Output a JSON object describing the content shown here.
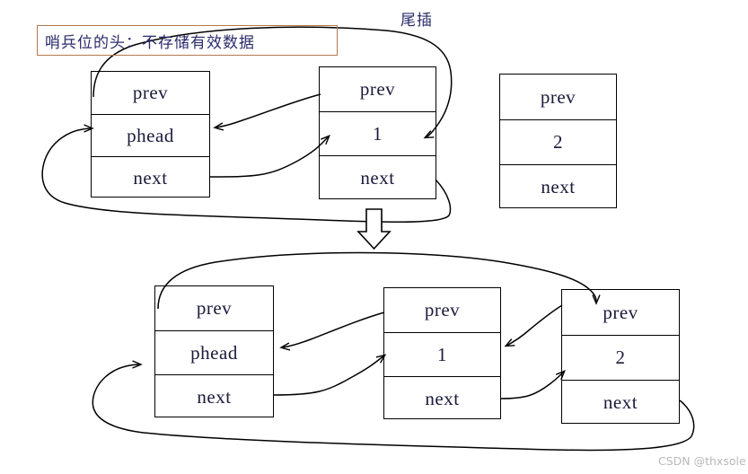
{
  "diagram": {
    "title_note": "哨兵位的头：不存储有效数据",
    "operation_label": "尾插",
    "watermark": "CSDN @thxsole",
    "transition_icon": "down-arrow-icon",
    "colors": {
      "note_border": "#b5784e",
      "node_border": "#000000",
      "text": "#1a1a3a",
      "label_text": "#2b2b6b",
      "watermark": "#b8b8b8",
      "background": "#ffffff"
    },
    "before": {
      "nodes": [
        {
          "id": "head",
          "prev": "prev",
          "value": "phead",
          "next": "next"
        },
        {
          "id": "n1",
          "prev": "prev",
          "value": "1",
          "next": "next"
        },
        {
          "id": "n2",
          "prev": "prev",
          "value": "2",
          "next": "next"
        }
      ]
    },
    "after": {
      "nodes": [
        {
          "id": "head",
          "prev": "prev",
          "value": "phead",
          "next": "next"
        },
        {
          "id": "n1",
          "prev": "prev",
          "value": "1",
          "next": "next"
        },
        {
          "id": "n2",
          "prev": "prev",
          "value": "2",
          "next": "next"
        }
      ]
    }
  }
}
